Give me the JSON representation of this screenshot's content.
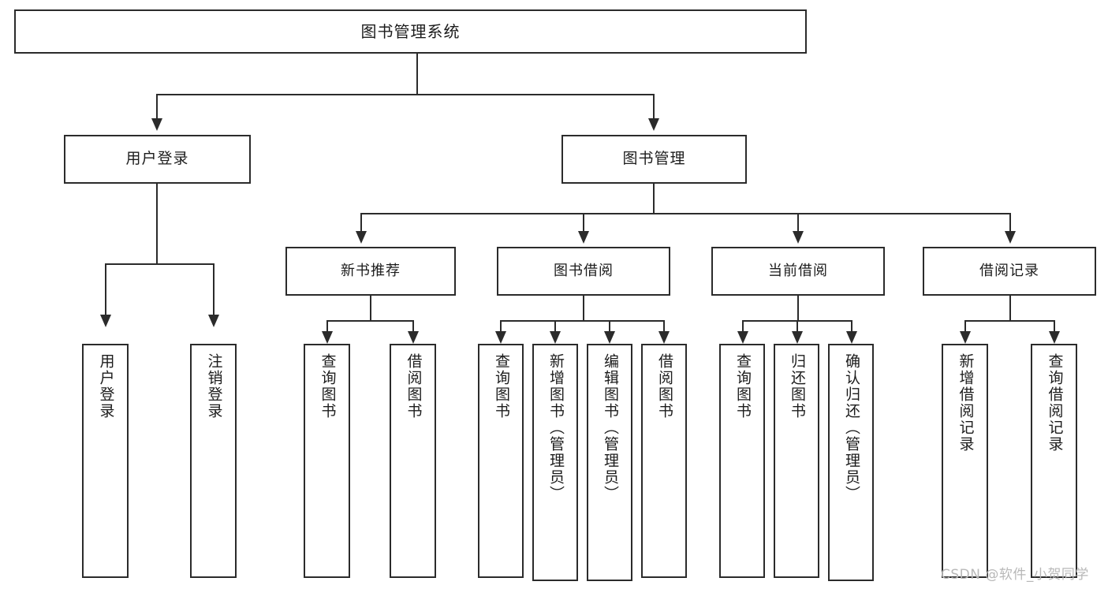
{
  "diagram": {
    "title": "图书管理系统",
    "type": "tree",
    "watermark": "CSDN @软件_小贺同学",
    "colors": {
      "stroke": "#2b2b2b",
      "fill": "#ffffff",
      "text": "#1c1c1c",
      "watermark": "#b8b8b8"
    },
    "nodes": {
      "root": {
        "label": "图书管理系统"
      },
      "level1": [
        {
          "label": "用户登录"
        },
        {
          "label": "图书管理"
        }
      ],
      "level2": [
        {
          "label": "新书推荐"
        },
        {
          "label": "图书借阅"
        },
        {
          "label": "当前借阅"
        },
        {
          "label": "借阅记录"
        }
      ],
      "leaves": {
        "user_login": [
          {
            "label": "用户登录"
          },
          {
            "label": "注销登录"
          }
        ],
        "new_book": [
          {
            "label": "查询图书"
          },
          {
            "label": "借阅图书"
          }
        ],
        "book_borrow": [
          {
            "label": "查询图书"
          },
          {
            "label": "新增图书（管理员）"
          },
          {
            "label": "编辑图书（管理员）"
          },
          {
            "label": "借阅图书"
          }
        ],
        "current_borrow": [
          {
            "label": "查询图书"
          },
          {
            "label": "归还图书"
          },
          {
            "label": "确认归还（管理员）"
          }
        ],
        "borrow_record": [
          {
            "label": "新增借阅记录"
          },
          {
            "label": "查询借阅记录"
          }
        ]
      }
    }
  }
}
